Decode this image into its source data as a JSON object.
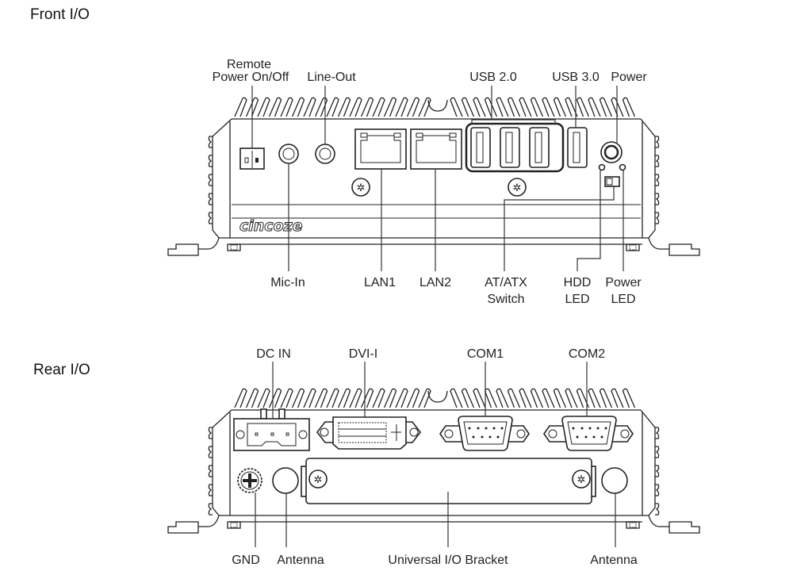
{
  "front": {
    "title": "Front I/O",
    "brand": "cincoze",
    "labels": {
      "remote_line1": "Remote",
      "remote_line2": "Power On/Off",
      "line_out": "Line-Out",
      "usb20": "USB 2.0",
      "usb30": "USB 3.0",
      "power": "Power",
      "mic_in": "Mic-In",
      "lan1": "LAN1",
      "lan2": "LAN2",
      "atatx_line1": "AT/ATX",
      "atatx_line2": "Switch",
      "hdd_line1": "HDD",
      "hdd_line2": "LED",
      "pled_line1": "Power",
      "pled_line2": "LED"
    }
  },
  "rear": {
    "title": "Rear I/O",
    "labels": {
      "dc_in": "DC IN",
      "dvi": "DVI-I",
      "com1": "COM1",
      "com2": "COM2",
      "gnd": "GND",
      "antenna_left": "Antenna",
      "bracket": "Universal I/O Bracket",
      "antenna_right": "Antenna"
    }
  }
}
